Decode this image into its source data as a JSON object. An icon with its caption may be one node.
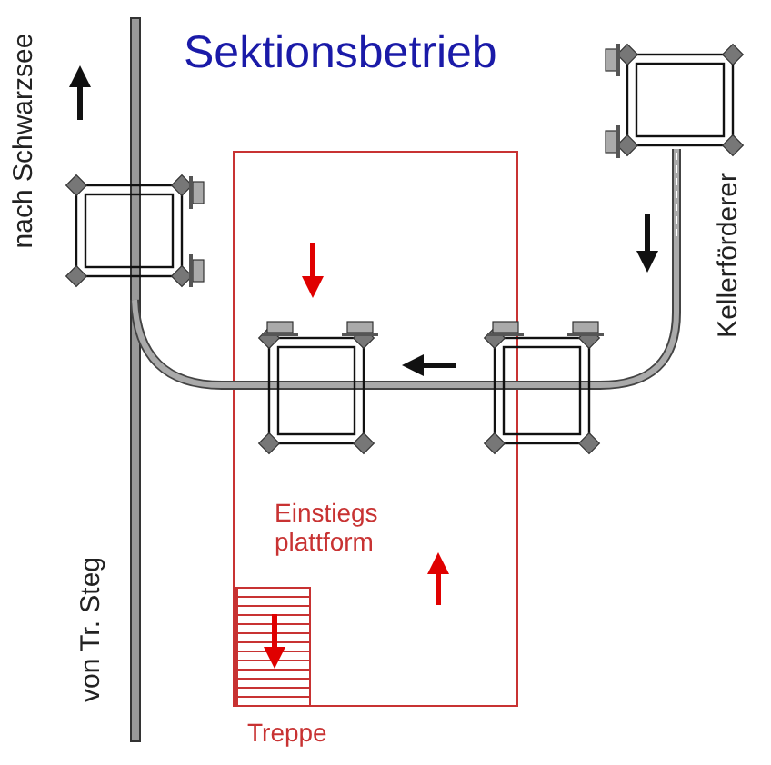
{
  "diagram": {
    "title": "Sektionsbetrieb",
    "nodes": [
      {
        "text": [
          "Einstiegs plattform"
        ]
      },
      {
        "text": [],
        "shape": "box",
        "in": 0,
        "beside": [
          "Treppe"
        ]
      }
    ],
    "labels": [
      "nach Schwarzsee",
      "Kellerförderer",
      "von Tr. Steg"
    ]
  }
}
